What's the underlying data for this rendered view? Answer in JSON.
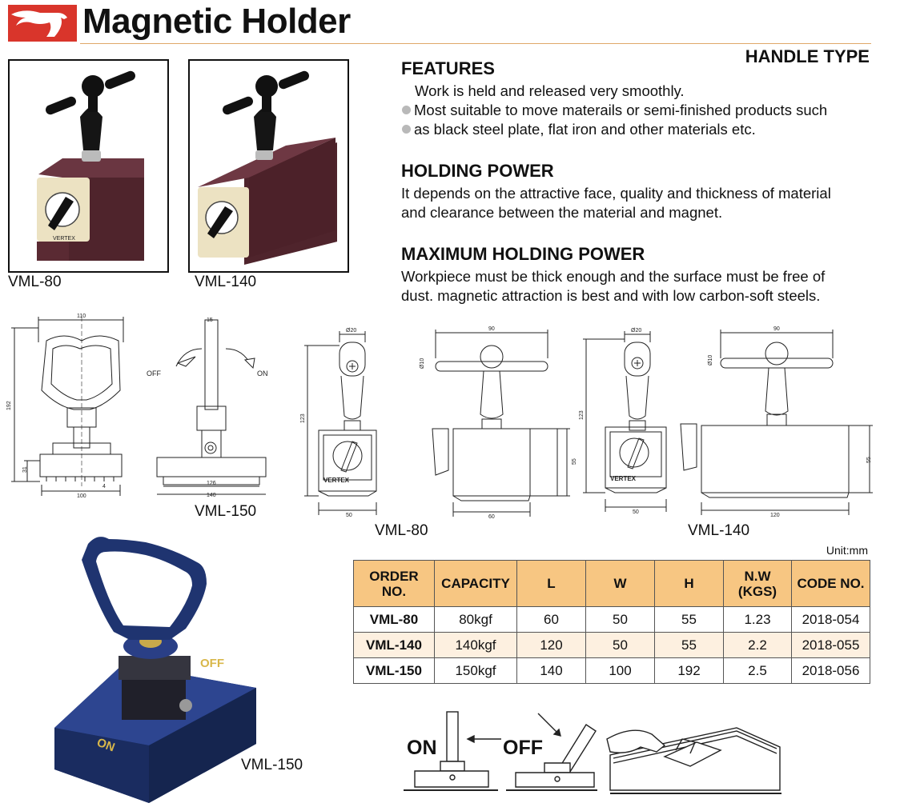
{
  "header": {
    "title": "Magnetic Holder",
    "type_label": "HANDLE TYPE"
  },
  "photos": [
    {
      "caption": "VML-80",
      "brand": "VERTEX"
    },
    {
      "caption": "VML-140"
    },
    {
      "caption": "VML-150",
      "dial_on": "ON",
      "dial_off": "OFF"
    }
  ],
  "features": {
    "heading": "FEATURES",
    "lines": [
      "Work is held and released very smoothly.",
      "Most suitable to move materails or semi-finished products such",
      "as black steel plate, flat iron and other materials etc."
    ]
  },
  "holding_power": {
    "heading": "HOLDING POWER",
    "lines": [
      "It depends on the attractive face, quality and thickness of material",
      "and clearance between the material and magnet."
    ]
  },
  "max_holding_power": {
    "heading": "MAXIMUM HOLDING POWER",
    "lines": [
      "Workpiece must be thick enough and the surface must be free of",
      "dust. magnetic attraction is best and with low carbon-soft steels."
    ]
  },
  "drawings": {
    "vml150_caption": "VML-150",
    "vml80_caption": "VML-80",
    "vml140_caption": "VML-140",
    "off": "OFF",
    "on": "ON",
    "dims150": {
      "w110": "110",
      "h192": "192",
      "h31": "31",
      "t4": "4",
      "b100": "100",
      "t15": "15",
      "b126": "126",
      "b140": "140"
    },
    "dims80": {
      "d20": "Ø20",
      "h123": "123",
      "b50": "50",
      "w90": "90",
      "d10": "Ø10",
      "h55": "55",
      "b60": "60"
    },
    "dims140": {
      "d20": "Ø20",
      "h123": "123",
      "b50": "50",
      "w90": "90",
      "d10": "Ø10",
      "h55": "55",
      "b120": "120"
    }
  },
  "spec_table": {
    "unit": "Unit:mm",
    "headers": [
      [
        "ORDER",
        "NO."
      ],
      [
        "CAPACITY"
      ],
      [
        "L"
      ],
      [
        "W"
      ],
      [
        "H"
      ],
      [
        "N.W",
        "(KGS)"
      ],
      [
        "CODE NO."
      ]
    ],
    "rows": [
      [
        "VML-80",
        "80kgf",
        "60",
        "50",
        "55",
        "1.23",
        "2018-054"
      ],
      [
        "VML-140",
        "140kgf",
        "120",
        "50",
        "55",
        "2.2",
        "2018-055"
      ],
      [
        "VML-150",
        "150kgf",
        "140",
        "100",
        "192",
        "2.5",
        "2018-056"
      ]
    ]
  },
  "usage": {
    "on_label": "ON",
    "off_label": "OFF"
  },
  "colors": {
    "accent_red": "#d9352b",
    "table_header": "#f7c682",
    "table_alt_row": "#fdf0e0",
    "magnet_body": "#5a2a33",
    "vml150_blue": "#233a7a"
  }
}
